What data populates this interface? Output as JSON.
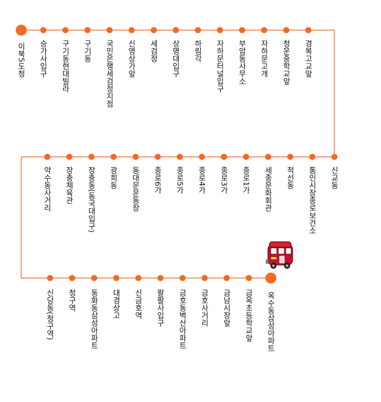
{
  "colors": {
    "line": "#e8753a",
    "dot": "#ef6a25",
    "terminal": "#f36b21",
    "bus_body": "#c8102e",
    "text": "#111111"
  },
  "route": {
    "row1": [
      {
        "name": "이북5도청",
        "terminal": true
      },
      {
        "name": "승가사입구"
      },
      {
        "name": "구기동현대빌라"
      },
      {
        "name": "구기동"
      },
      {
        "name": "국민은행세검정지점"
      },
      {
        "name": "신영상가앞"
      },
      {
        "name": "세검정"
      },
      {
        "name": "상명대입구"
      },
      {
        "name": "하림각"
      },
      {
        "name": "자하문터널입구"
      },
      {
        "name": "부암동사무소"
      },
      {
        "name": "자하문고개"
      },
      {
        "name": "청운중학교앞"
      },
      {
        "name": "경복고교앞"
      }
    ],
    "row2": [
      {
        "name": "신교동"
      },
      {
        "name": "통인시장종로보건소"
      },
      {
        "name": "적선동"
      },
      {
        "name": "세종문화회관"
      },
      {
        "name": "종로1가"
      },
      {
        "name": "종로3가"
      },
      {
        "name": "종로4가"
      },
      {
        "name": "종로5가"
      },
      {
        "name": "종로6가"
      },
      {
        "name": "동대문운동장"
      },
      {
        "name": "광희동"
      },
      {
        "name": "장충동(동국대입구)"
      },
      {
        "name": "장충체육관"
      },
      {
        "name": "약수동사거리"
      }
    ],
    "row3": [
      {
        "name": "신당동(청구역)"
      },
      {
        "name": "청구역"
      },
      {
        "name": "동화동삼성아파트"
      },
      {
        "name": "대경상고"
      },
      {
        "name": "신금호역"
      },
      {
        "name": "팔팔사입구"
      },
      {
        "name": "금호동벽산아파트"
      },
      {
        "name": "금호사거리"
      },
      {
        "name": "금남시장앞"
      },
      {
        "name": "금옥초등학교앞"
      },
      {
        "name": "옥수동삼성아파트",
        "terminal": true
      }
    ]
  },
  "bus_icon": "bus-icon"
}
